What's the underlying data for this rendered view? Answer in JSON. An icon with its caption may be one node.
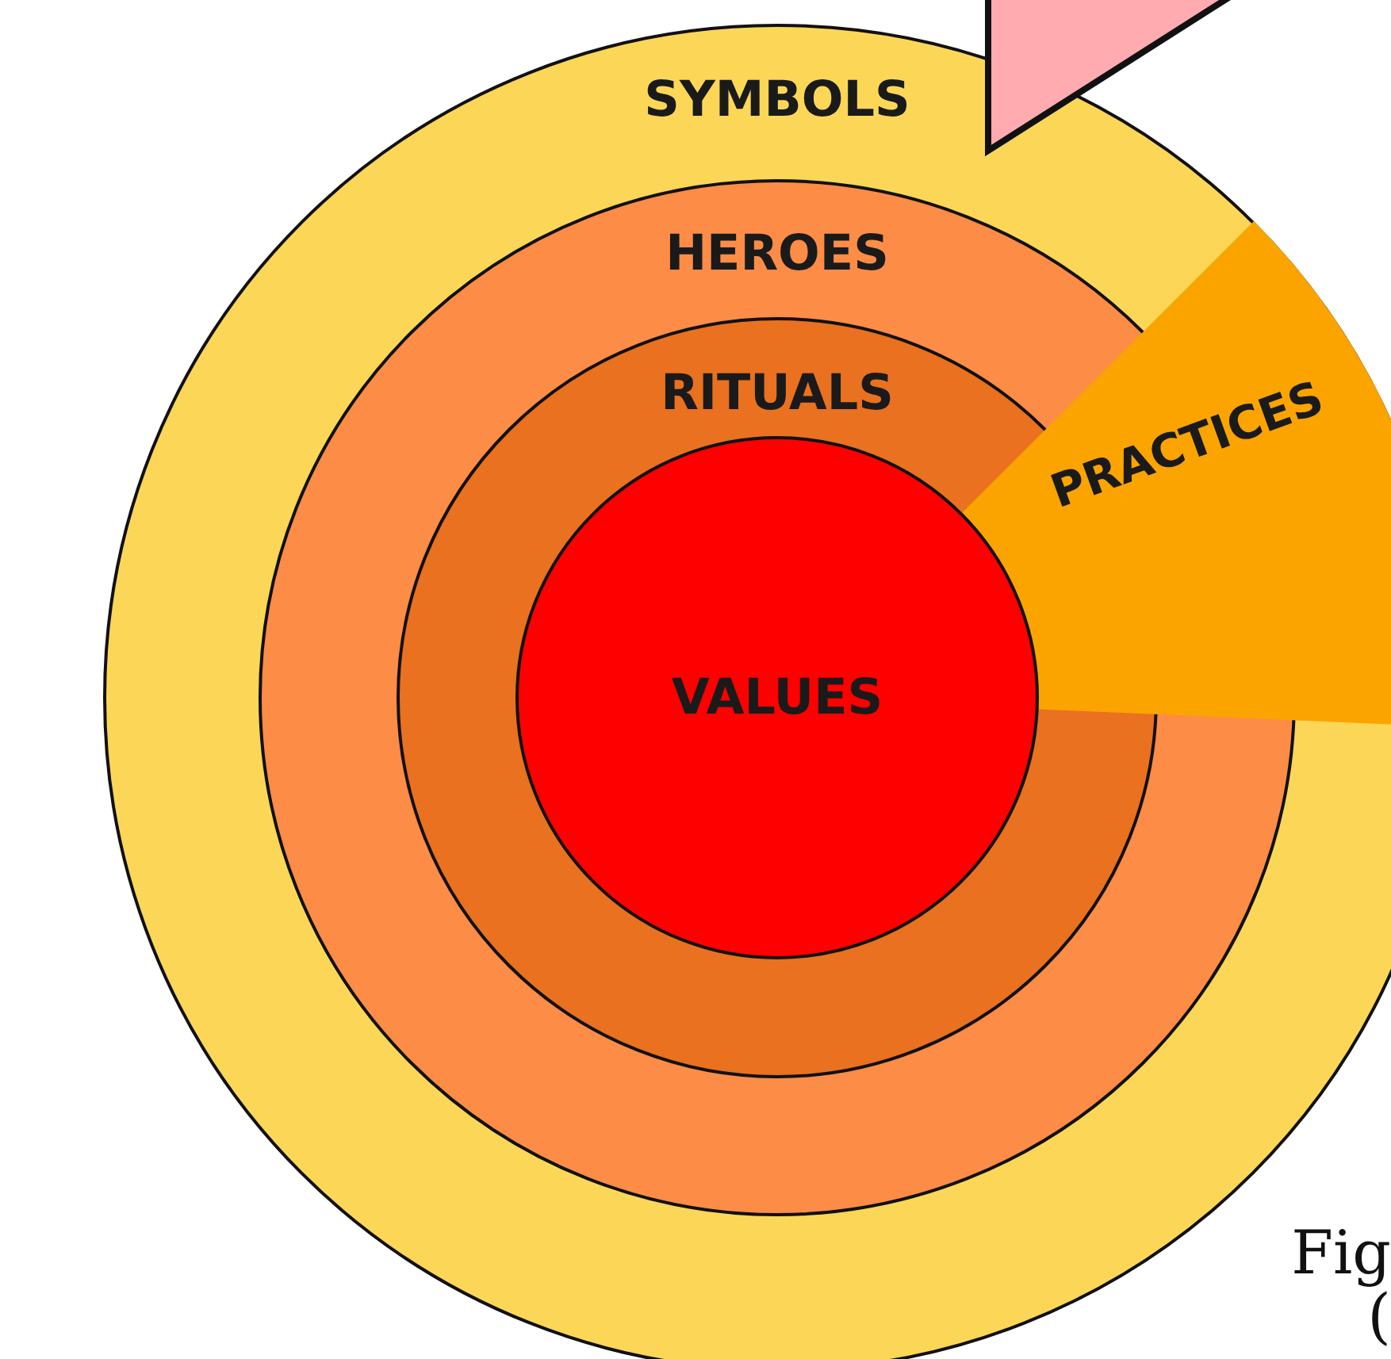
{
  "diagram": {
    "nodes": [
      {
        "text": [
          "SYMBOLS"
        ]
      },
      {
        "text": [
          "HEROES"
        ],
        "in": 0
      },
      {
        "text": [
          "RITUALS"
        ],
        "in": 1
      },
      {
        "text": [
          "VALUES"
        ],
        "in": 2
      },
      {
        "text": [
          "PRACTICES"
        ],
        "in": 0
      },
      {
        "text": [],
        "shape": "triangle"
      }
    ],
    "labels": [
      "Fig",
      "("
    ]
  }
}
